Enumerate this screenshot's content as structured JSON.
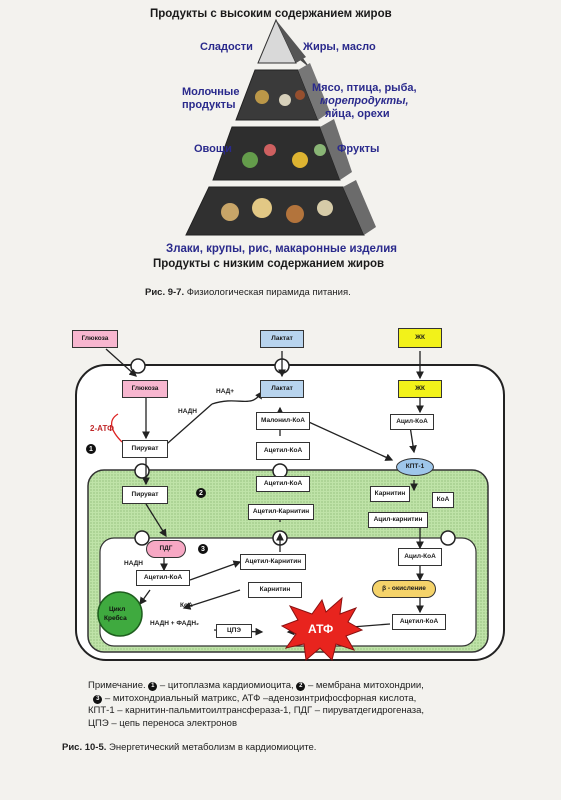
{
  "pyramid": {
    "title": "Продукты с высоким содержанием жиров",
    "label_sweets": "Сладости",
    "label_fats": "Жиры, масло",
    "label_dairy_1": "Молочные",
    "label_dairy_2": "продукты",
    "label_meat_1": "Мясо, птица, рыба,",
    "label_meat_2": "морепродукты,",
    "label_meat_3": "яйца, орехи",
    "label_veg": "Овощи",
    "label_fruit": "Фрукты",
    "label_grains": "Злаки, крупы, рис, макаронные изделия",
    "bottom": "Продукты с низким содержанием жиров",
    "caption_num": "Рис. 9-7.",
    "caption_text": "Физиологическая пирамида питания."
  },
  "diagram": {
    "glucose_out": "Глюкоза",
    "lactate_out": "Лактат",
    "fa_out": "ЖК",
    "glucose_in": "Глюкоза",
    "lactate_in": "Лактат",
    "fa_in": "ЖК",
    "nad_plus": "НАД+",
    "nadh_1": "НАДН",
    "atp2": "2-АТФ",
    "pyruvate_1": "Пируват",
    "malonyl": "Малонил-КоА",
    "acetyl_coa_c": "Ацетил-КоА",
    "acyl_coa_c": "Ацил-КоА",
    "cpt1": "КПТ-1",
    "pyruvate_2": "Пируват",
    "acetyl_coa_m": "Ацетил-КоА",
    "acetyl_carnitine_m": "Ацетил-Карнитин",
    "carnitine_m": "Карнитин",
    "coa_m": "КоА",
    "acyl_carnitine": "Ацил-карнитин",
    "pdh": "ПДГ",
    "nadh_2": "НАДН",
    "acetyl_coa_x": "Ацетил-КоА",
    "acetyl_carnitine_x": "Ацетил-Карнитин",
    "carnitine_x": "Карнитин",
    "acyl_coa_x": "Ацил-КоА",
    "beta_ox": "β - окисление",
    "krebs_1": "Цикл",
    "krebs_2": "Кребса",
    "coa_x": "КоА",
    "nadh_fadh": "НАДН + ФАДН₂",
    "etc": "ЦПЭ",
    "atp": "АТФ",
    "acetyl_coa_x2": "Ацетил-КоА",
    "n1": "1",
    "n2": "2",
    "n3": "3"
  },
  "note": {
    "line1_a": "Примечание.",
    "line1_b": "– цитоплазма кардиомиоцита,",
    "line1_c": "– мембрана митохондрии,",
    "line2_a": "– митохондриальный матрикс, АТФ –аденозинтрифосфорная кислота,",
    "line3": "КПТ-1 – карнитин-пальмитоилтрансфераза-1,  ПДГ – пируватдегидрогеназа,",
    "line4": "ЦПЭ – цепь переноса электронов"
  },
  "caption2": {
    "num": "Рис. 10-5.",
    "text": "Энергетический метаболизм в кардиомиоците."
  }
}
